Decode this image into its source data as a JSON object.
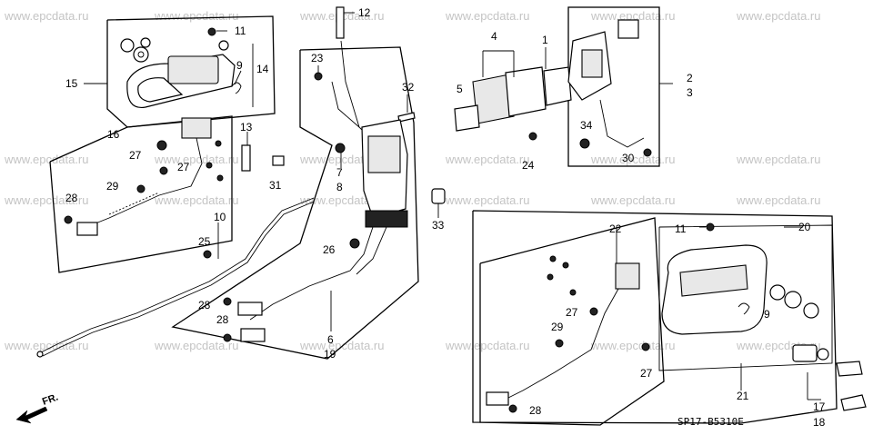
{
  "watermark": "www.epcdata.ru",
  "diagram_code": "SP17-B5310E",
  "direction_label": "FR.",
  "callouts": {
    "c1": "1",
    "c2": "2",
    "c3": "3",
    "c4": "4",
    "c5": "5",
    "c6": "6",
    "c7": "7",
    "c8": "8",
    "c9a": "9",
    "c9b": "9",
    "c10": "10",
    "c11a": "11",
    "c11b": "11",
    "c12": "12",
    "c13": "13",
    "c14": "14",
    "c15": "15",
    "c16": "16",
    "c17": "17",
    "c18": "18",
    "c19": "19",
    "c20": "20",
    "c21": "21",
    "c22": "22",
    "c23": "23",
    "c24": "24",
    "c25": "25",
    "c26": "26",
    "c27a": "27",
    "c27b": "27",
    "c27c": "27",
    "c27d": "27",
    "c28a": "28",
    "c28b": "28",
    "c28c": "28",
    "c28d": "28",
    "c29a": "29",
    "c29b": "29",
    "c30": "30",
    "c31": "31",
    "c32": "32",
    "c33": "33",
    "c34": "34"
  }
}
